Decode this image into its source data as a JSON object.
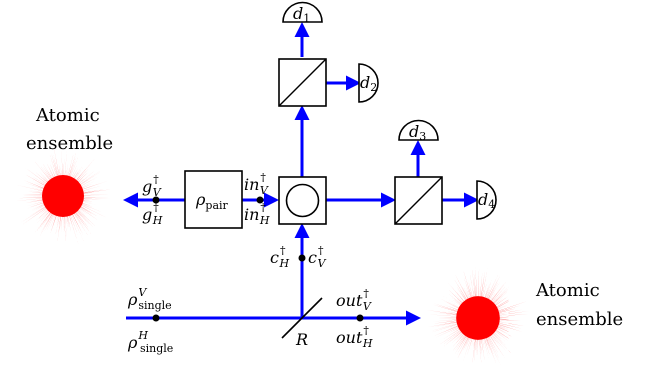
{
  "left_ensemble": {
    "line1": "Atomic",
    "line2": "ensemble"
  },
  "right_ensemble": {
    "line1": "Atomic",
    "line2": "ensemble"
  },
  "source": {
    "rho": "ρ",
    "sub": "pair"
  },
  "labels": {
    "gV": {
      "main": "g",
      "sup": "†",
      "sub": "V"
    },
    "gH": {
      "main": "g",
      "sup": "†",
      "sub": "H"
    },
    "inV": {
      "main": "in",
      "sup": "†",
      "sub": "V"
    },
    "inH": {
      "main": "in",
      "sup": "†",
      "sub": "H"
    },
    "cH": {
      "main": "c",
      "sup": "†",
      "sub": "H"
    },
    "cV": {
      "main": "c",
      "sup": "†",
      "sub": "V"
    },
    "rhoV": {
      "main": "ρ",
      "sup": "V",
      "sub": "single"
    },
    "rhoH": {
      "main": "ρ",
      "sup": "H",
      "sub": "single"
    },
    "outV": {
      "main": "out",
      "sup": "†",
      "sub": "V"
    },
    "outH": {
      "main": "out",
      "sup": "†",
      "sub": "H"
    },
    "R": "R"
  },
  "detectors": {
    "d1": {
      "main": "d",
      "sub": "1"
    },
    "d2": {
      "main": "d",
      "sub": "2"
    },
    "d3": {
      "main": "d",
      "sub": "3"
    },
    "d4": {
      "main": "d",
      "sub": "4"
    }
  },
  "colors": {
    "beam": "#0000ff",
    "ensemble": "#ff0000",
    "node": "#000000"
  }
}
